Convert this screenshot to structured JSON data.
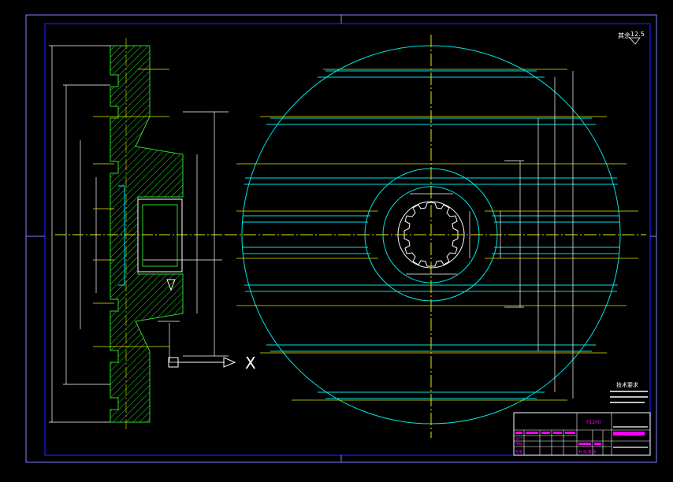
{
  "drawing": {
    "surface_note": "其余",
    "surface_roughness": "12.5",
    "tech_requirements_title": "技术要求",
    "title_block": {
      "drawing_code": "F1200",
      "designer_row": "设计",
      "check_row": "审核",
      "approve_row": "批准",
      "scale_row": "共  张  第  张"
    },
    "section_note": "X"
  },
  "colors": {
    "background": "#000000",
    "frame": "#1a1aff",
    "cyan": "#00e5e5",
    "yellow": "#e6e600",
    "hatch": "#2bd92b",
    "white": "#ffffff",
    "magenta": "#ff00ff"
  }
}
